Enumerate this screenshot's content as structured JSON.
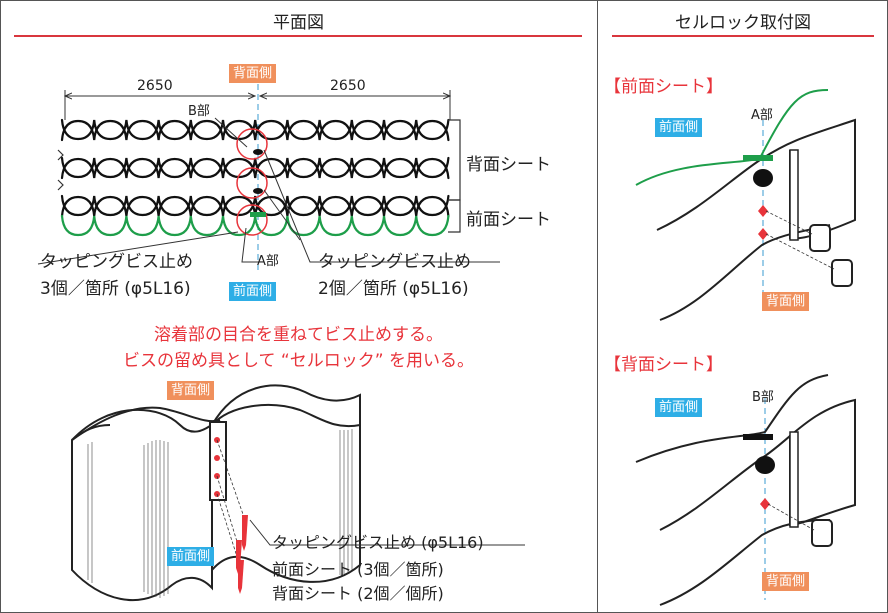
{
  "left_title": "平面図",
  "right_title": "セルロック取付図",
  "plan": {
    "dim_left": "2650",
    "dim_right": "2650",
    "back_side_tag": "背面側",
    "front_side_tag": "前面側",
    "b_part": "B部",
    "a_part": "A部",
    "back_sheet": "背面シート",
    "front_sheet": "前面シート",
    "screw_left_line1": "タッピングビス止め",
    "screw_left_line2": "3個／箇所 (φ5L16)",
    "screw_right_line1": "タッピングビス止め",
    "screw_right_line2": "2個／箇所 (φ5L16)"
  },
  "notes": {
    "line1": "溶着部の目合を重ねてビス止めする。",
    "line2": "ビスの留め具として “セルロック” を用いる。"
  },
  "iso": {
    "back_side_tag": "背面側",
    "front_side_tag": "前面側",
    "line1": "タッピングビス止め (φ5L16)",
    "line2": "前面シート (3個／箇所)",
    "line3": "背面シート (2個／個所)"
  },
  "detail_front": {
    "title": "【前面シート】",
    "front_side_tag": "前面側",
    "part_label": "A部",
    "back_side_tag": "背面側"
  },
  "detail_back": {
    "title": "【背面シート】",
    "front_side_tag": "前面側",
    "part_label": "B部",
    "back_side_tag": "背面側"
  },
  "colors": {
    "accent_red": "#e8343b",
    "tag_orange": "#f0905c",
    "tag_blue": "#2eaee6",
    "green": "#1e9e4a"
  }
}
